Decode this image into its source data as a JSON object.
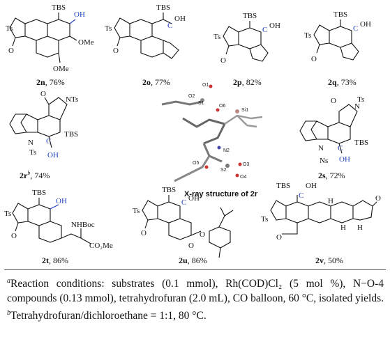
{
  "labels": {
    "tbs": "TBS",
    "ts": "Ts",
    "ns": "Ns",
    "oh": "OH",
    "c": "C",
    "o": "O",
    "n": "N",
    "ome": "OMe",
    "nhboc": "NHBoc",
    "co2me": "CO₂Me",
    "h": "H"
  },
  "compounds": [
    {
      "id": "2n",
      "yield": "76%"
    },
    {
      "id": "2o",
      "yield": "77%"
    },
    {
      "id": "2p",
      "yield": "82%"
    },
    {
      "id": "2q",
      "yield": "73%"
    },
    {
      "id": "2r",
      "sup": "b",
      "yield": "74%"
    },
    {
      "id": "2s",
      "yield": "72%"
    },
    {
      "id": "2t",
      "yield": "86%"
    },
    {
      "id": "2u",
      "yield": "86%"
    },
    {
      "id": "2v",
      "yield": "50%"
    }
  ],
  "xray": {
    "caption": "X-ray structure of 2r",
    "atoms": [
      "O1",
      "O2",
      "S1",
      "O6",
      "Si1",
      "N2",
      "O5",
      "S2",
      "O3",
      "O4"
    ]
  },
  "footnote": {
    "a_mark": "a",
    "a_text": "Reaction conditions: substrates (0.1 mmol), Rh(COD)Cl₂ (5 mol %), N−O-4 compounds (0.13 mmol), tetrahydrofuran (2.0 mL), CO balloon, 60 °C, isolated yields.",
    "b_mark": "b",
    "b_text": "Tetrahydrofuran/dichloroethane = 1:1, 80 °C."
  }
}
